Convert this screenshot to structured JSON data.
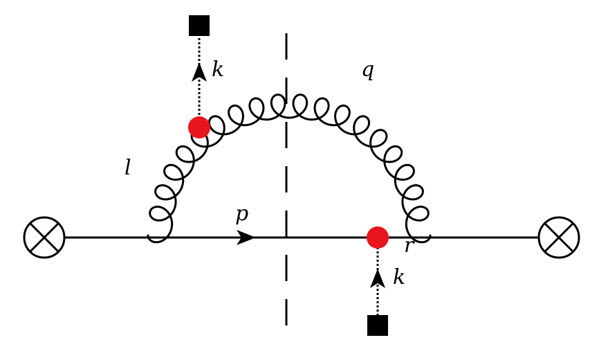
{
  "diagram": {
    "labels": {
      "k_top": "k",
      "q": "q",
      "l": "l",
      "p": "p",
      "r": "r",
      "k_bottom": "k"
    },
    "colors": {
      "line": "#000000",
      "vertex": "#e8141e",
      "source": "#000000",
      "background": "#ffffff"
    },
    "icons": {
      "left_vertex": "circled-cross-icon",
      "right_vertex": "circled-cross-icon",
      "top_source": "filled-square-icon",
      "bottom_source": "filled-square-icon",
      "momentum_arrow": "arrowhead-icon"
    }
  }
}
